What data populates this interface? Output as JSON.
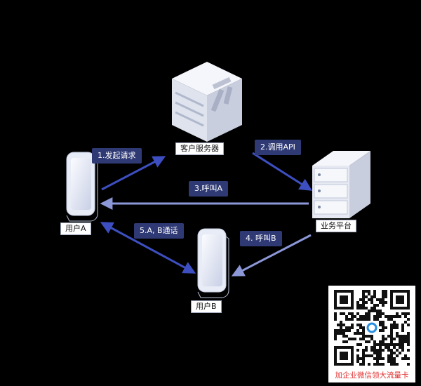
{
  "nodes": {
    "user_a": "用户A",
    "user_b": "用户B",
    "customer_server": "客户服务器",
    "business_platform": "业务平台"
  },
  "steps": {
    "step1": "1.发起请求",
    "step2": "2.调用API",
    "step3": "3.呼叫A",
    "step4": "4. 呼叫B",
    "step5": "5.A, B通话"
  },
  "qr": {
    "banner": "加企业微信领大流量卡"
  },
  "colors": {
    "background": "#000000",
    "arrow_dark": "#3d4fc0",
    "arrow_light": "#8c97d8",
    "tag_bg": "#2f3a75",
    "banner_text": "#e0302f"
  }
}
